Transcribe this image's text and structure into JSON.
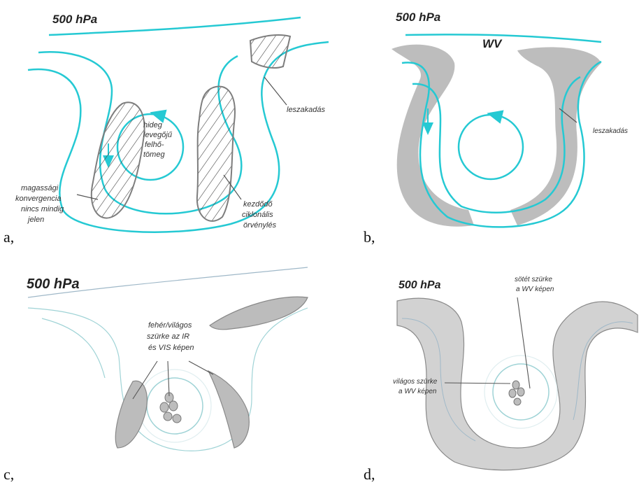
{
  "colors": {
    "stream": "#25c9d3",
    "fill_gray": "#bdbdbd",
    "light_fill": "#d2d2d2",
    "outline": "#7d7d7d",
    "thin_line": "#9fd3d6"
  },
  "panel_a": {
    "title": "500 hPa",
    "cold_air": [
      "hideg",
      "levegőjű",
      "felhő-",
      "tömeg"
    ],
    "subsidence": "leszakadás",
    "convergence": [
      "magassági",
      "konvergencia",
      "nincs mindig",
      "jelen"
    ],
    "vorticity": [
      "kezdődő",
      "ciklonális",
      "örvénylés"
    ],
    "panel_label": "a,"
  },
  "panel_b": {
    "title": "500 hPa",
    "wv": "WV",
    "subsidence": "leszakadás",
    "panel_label": "b,"
  },
  "panel_c": {
    "title": "500 hPa",
    "note": [
      "fehér/világos",
      "szürke az IR",
      "és VIS képen"
    ],
    "panel_label": "c,"
  },
  "panel_d": {
    "title": "500 hPa",
    "dark_note": [
      "sötét szürke",
      "a WV képen"
    ],
    "light_note": [
      "világos szürke",
      "a WV képen"
    ],
    "panel_label": "d,"
  }
}
